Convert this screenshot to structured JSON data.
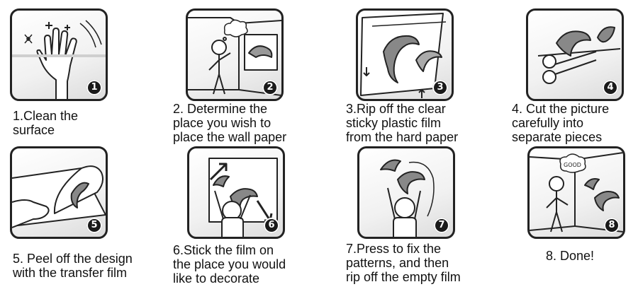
{
  "steps": [
    {
      "number": "1",
      "lines": [
        "1.Clean the",
        "surface"
      ]
    },
    {
      "number": "2",
      "lines": [
        "2. Determine the",
        "place you wish to",
        "place the wall paper"
      ]
    },
    {
      "number": "3",
      "lines": [
        "3.Rip off the clear",
        "sticky plastic film",
        "from the hard paper"
      ]
    },
    {
      "number": "4",
      "lines": [
        "4. Cut the picture",
        "carefully into",
        "separate pieces"
      ]
    },
    {
      "number": "5",
      "lines": [
        "5. Peel off the design",
        "with the transfer film"
      ]
    },
    {
      "number": "6",
      "lines": [
        "6.Stick the film on",
        "the place you would",
        "like to decorate"
      ]
    },
    {
      "number": "7",
      "lines": [
        "7.Press to fix the",
        "patterns, and then",
        "rip off the empty film"
      ]
    },
    {
      "number": "8",
      "lines": [
        "8. Done!"
      ]
    }
  ],
  "thought_bubble_text": "GOOD",
  "colors": {
    "outline": "#222222",
    "badge": "#1a1a1a",
    "panel_shade": "#dcdcdc"
  }
}
